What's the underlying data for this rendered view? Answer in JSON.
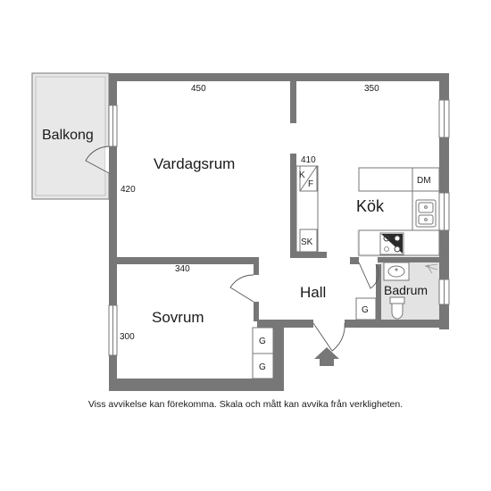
{
  "rooms": {
    "balcony": "Balkong",
    "living": "Vardagsrum",
    "kitchen": "Kök",
    "bedroom": "Sovrum",
    "hall": "Hall",
    "bathroom": "Badrum"
  },
  "dimensions": {
    "living_width": "450",
    "kitchen_width": "350",
    "living_depth": "420",
    "storage_width": "410",
    "bedroom_width": "340",
    "bedroom_depth": "300"
  },
  "fixtures": {
    "fridge": "K",
    "freezer": "F",
    "wardrobe": "SK",
    "dishwasher": "DM",
    "closet": "G"
  },
  "disclaimer": "Viss avvikelse kan förekomma. Skala och mått kan avvika från verkligheten."
}
